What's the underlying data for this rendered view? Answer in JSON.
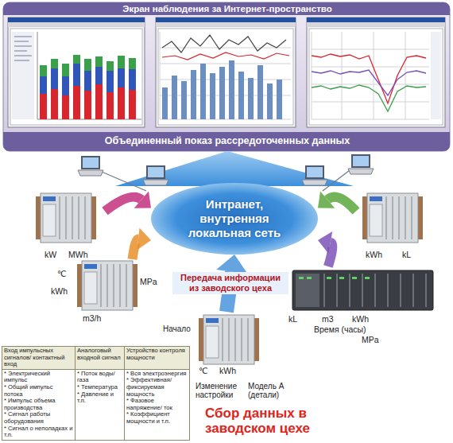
{
  "diagram": {
    "nodes": [
      {
        "text": [
          "Экран наблюдения за Интернет-пространство",
          "Объединенный показ рассредоточенных данных"
        ]
      },
      {
        "text": [
          "Интранет, внутренняя локальная сеть"
        ]
      },
      {
        "text": [
          "kW",
          "MWh"
        ]
      },
      {
        "text": [
          "kWh",
          "kL"
        ]
      },
      {
        "text": [
          "℃",
          "MPa",
          "kWh",
          "m3/h"
        ]
      },
      {
        "text": [
          "kL",
          "m3",
          "kWh",
          "Время (часы)",
          "MPa"
        ]
      },
      {
        "text": [
          "℃",
          "kWh"
        ]
      }
    ],
    "edges": [
      {
        "from": 2,
        "to": 1,
        "arrow": "to"
      },
      {
        "from": 3,
        "to": 1,
        "arrow": "to"
      },
      {
        "from": 4,
        "to": 1,
        "arrow": "to"
      },
      {
        "from": 5,
        "to": 1,
        "arrow": "to"
      },
      {
        "from": 6,
        "to": 1,
        "label": "Передача информации из заводского цеха",
        "arrow": "to"
      },
      {
        "from": 1,
        "to": 0,
        "arrow": "to"
      }
    ],
    "labels": [
      "Начало",
      "Изменение настройки",
      "Модель A (детали)",
      "Сбор данных в заводском цехе",
      "Вход импульсных сигналов/ контактный вход",
      "* Электрический импульс",
      "* Общий импульс потока",
      "* Импульс объема производства",
      "* Сигнал работы оборудования",
      "* Сигнал о неполадках и т.п.",
      "Аналоговый входной сигнал",
      "* Поток воды/ газа",
      "* Температура",
      "* Давление и т.п.",
      "Устройство контроля мощности",
      "* Вся электроэнергия",
      "* Эффективная/ фиксируемая мощность",
      "* Фазовое напряжение/ ток",
      "* Коэффициент мощности и т.п."
    ]
  }
}
